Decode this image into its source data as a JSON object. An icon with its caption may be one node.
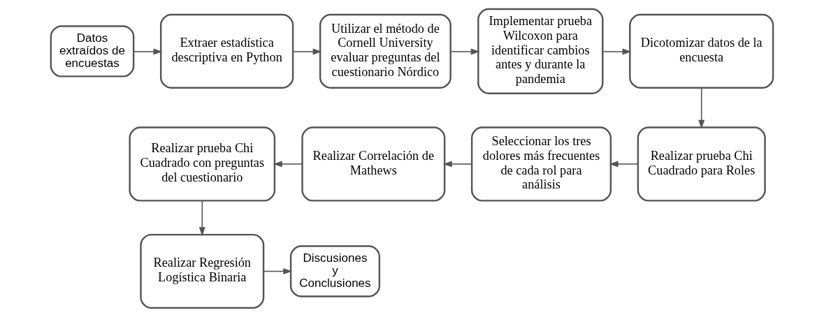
{
  "diagram": {
    "nodes": [
      {
        "text": [
          "Datos extraídos de encuestas"
        ]
      },
      {
        "text": [
          "Extraer estadística descriptiva en Python"
        ]
      },
      {
        "text": [
          "Utilizar el método de Cornell University evaluar preguntas del cuestionario Nórdico"
        ]
      },
      {
        "text": [
          "Implementar prueba Wilcoxon para identificar cambios antes y durante la pandemia"
        ]
      },
      {
        "text": [
          "Dicotomizar datos de la encuesta"
        ]
      },
      {
        "text": [
          "Realizar prueba Chi Cuadrado para Roles"
        ]
      },
      {
        "text": [
          "Seleccionar los tres dolores más frecuentes de cada rol para análisis"
        ]
      },
      {
        "text": [
          "Realizar Correlación de Mathews"
        ]
      },
      {
        "text": [
          "Realizar prueba Chi Cuadrado con preguntas del cuestionario"
        ]
      },
      {
        "text": [
          "Realizar Regresión Logística Binaria"
        ]
      },
      {
        "text": [
          "Discusiones y Conclusiones"
        ]
      }
    ],
    "edges": [
      {
        "from": 0,
        "to": 1,
        "arrow": "to"
      },
      {
        "from": 1,
        "to": 2,
        "arrow": "to"
      },
      {
        "from": 2,
        "to": 3,
        "arrow": "to"
      },
      {
        "from": 3,
        "to": 4,
        "arrow": "to"
      },
      {
        "from": 4,
        "to": 5,
        "arrow": "to"
      },
      {
        "from": 5,
        "to": 6,
        "arrow": "to"
      },
      {
        "from": 6,
        "to": 7,
        "arrow": "to"
      },
      {
        "from": 7,
        "to": 8,
        "arrow": "to"
      },
      {
        "from": 8,
        "to": 9,
        "arrow": "to"
      },
      {
        "from": 9,
        "to": 10,
        "arrow": "to"
      }
    ]
  }
}
